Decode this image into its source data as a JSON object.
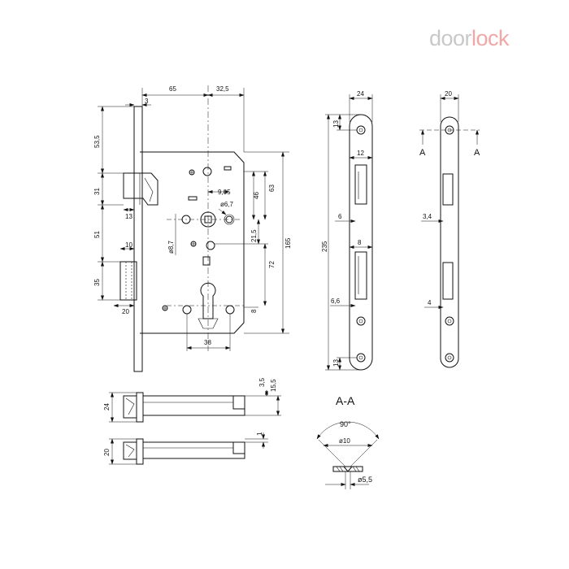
{
  "brand": {
    "part1": "door",
    "part2": "lock",
    "color1": "#c8c8c8",
    "color2": "#f0a7a7"
  },
  "dims": {
    "d65": "65",
    "d32_5": "32,5",
    "d3": "3",
    "d53_5": "53,5",
    "d31": "31",
    "d13a": "13",
    "d9_05": "9,05",
    "d6_7": "ø6,7",
    "d46": "46",
    "d63": "63",
    "d8_7": "ø8,7",
    "d21_5": "21,5",
    "d165": "165",
    "d51": "51",
    "d10a": "10",
    "d72": "72",
    "d35": "35",
    "d20a": "20",
    "d8a": "8",
    "d38": "38",
    "d24a": "24",
    "d235": "235",
    "d13b": "13",
    "d12": "12",
    "d6": "6",
    "d8b": "8",
    "d6_6": "6,6",
    "d13c": "13",
    "d20b": "20",
    "d3_4": "3,4",
    "d4": "4",
    "d3_5": "3,5",
    "d15_5": "15,5",
    "d24b": "24",
    "d20c": "20",
    "d1": "1",
    "d90": "90°",
    "d10b": "ø10",
    "d5_5": "ø5,5"
  },
  "labels": {
    "section_a1": "A",
    "section_a2": "A",
    "section_title": "A-A"
  }
}
